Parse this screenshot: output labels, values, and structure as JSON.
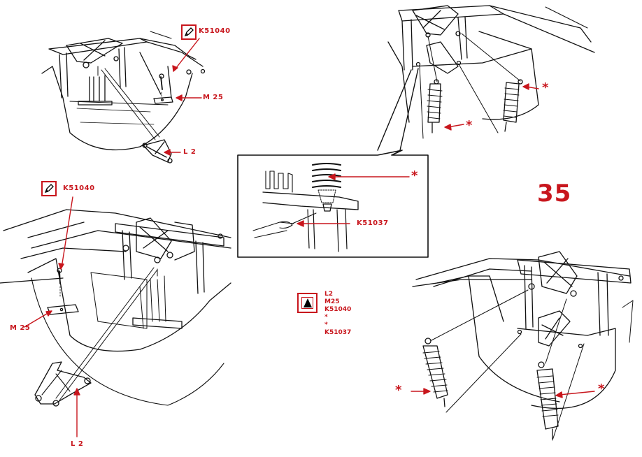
{
  "page": {
    "step_number": "35",
    "accent_color": "#c8161d"
  },
  "panel_top_left": {
    "tool_icon": "screwdriver-icon",
    "screw_label": "K51040",
    "plate_label": "M 25",
    "arm_label": "L 2"
  },
  "panel_bottom_left": {
    "tool_icon": "screwdriver-icon",
    "screw_label": "K51040",
    "plate_label": "M 25",
    "arm_label": "L 2"
  },
  "panel_top_right": {
    "shock_marker_left": "*",
    "shock_marker_right": "*"
  },
  "detail_inset": {
    "spring_marker": "*",
    "clip_label": "K51037"
  },
  "panel_bottom_right": {
    "shock_marker_left": "*",
    "shock_marker_right": "*"
  },
  "parts_legend": {
    "icon": "triangle-icon",
    "items": [
      "L2",
      "M25",
      "K51040",
      "*",
      "*",
      "K51037"
    ]
  }
}
